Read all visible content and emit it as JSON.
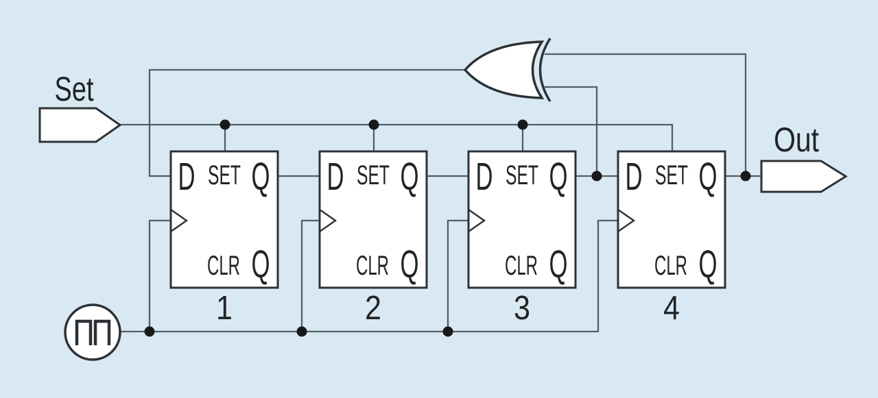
{
  "colors": {
    "background": "#d9e9f3",
    "wire": "#565c63",
    "outline": "#2d3135",
    "text": "#212426",
    "dot": "#17191b",
    "component_fill": "#ffffff"
  },
  "diagram": {
    "set_label": "Set",
    "out_label": "Out",
    "icons": [
      "xor-gate-icon",
      "clock-square-wave-icon",
      "set-input-tag",
      "out-output-tag"
    ],
    "flipflops": [
      {
        "number": "1",
        "d": "D",
        "set": "SET",
        "q": "Q",
        "clr": "CLR",
        "qbar": "Q"
      },
      {
        "number": "2",
        "d": "D",
        "set": "SET",
        "q": "Q",
        "clr": "CLR",
        "qbar": "Q"
      },
      {
        "number": "3",
        "d": "D",
        "set": "SET",
        "q": "Q",
        "clr": "CLR",
        "qbar": "Q"
      },
      {
        "number": "4",
        "d": "D",
        "set": "SET",
        "q": "Q",
        "clr": "CLR",
        "qbar": "Q"
      }
    ]
  }
}
